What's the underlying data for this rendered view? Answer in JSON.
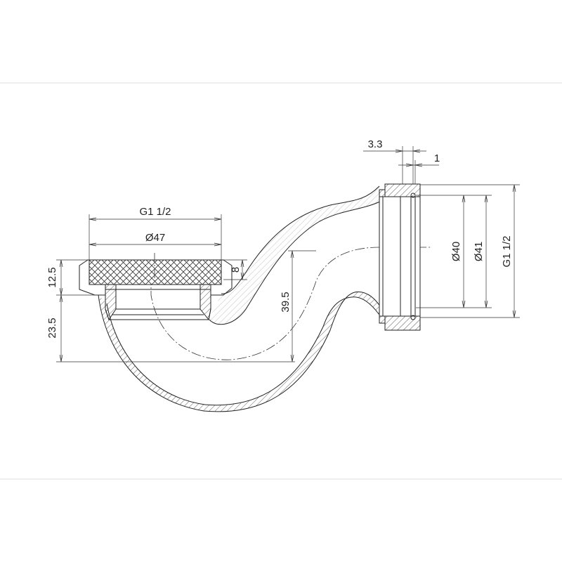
{
  "drawing": {
    "title": "Trap (siphon) technical drawing",
    "dimensions": {
      "top_thread": "G1 1/2",
      "top_diameter": "Ø47",
      "cap_height": "8",
      "nut_height": "12.5",
      "body_depth": "23.5",
      "total_drop": "39.5",
      "outlet_wall": "3.3",
      "seal_gap": "1",
      "outlet_inner_diameter": "Ø40",
      "outlet_seal_diameter": "Ø41",
      "outlet_thread": "G1 1/2"
    }
  }
}
